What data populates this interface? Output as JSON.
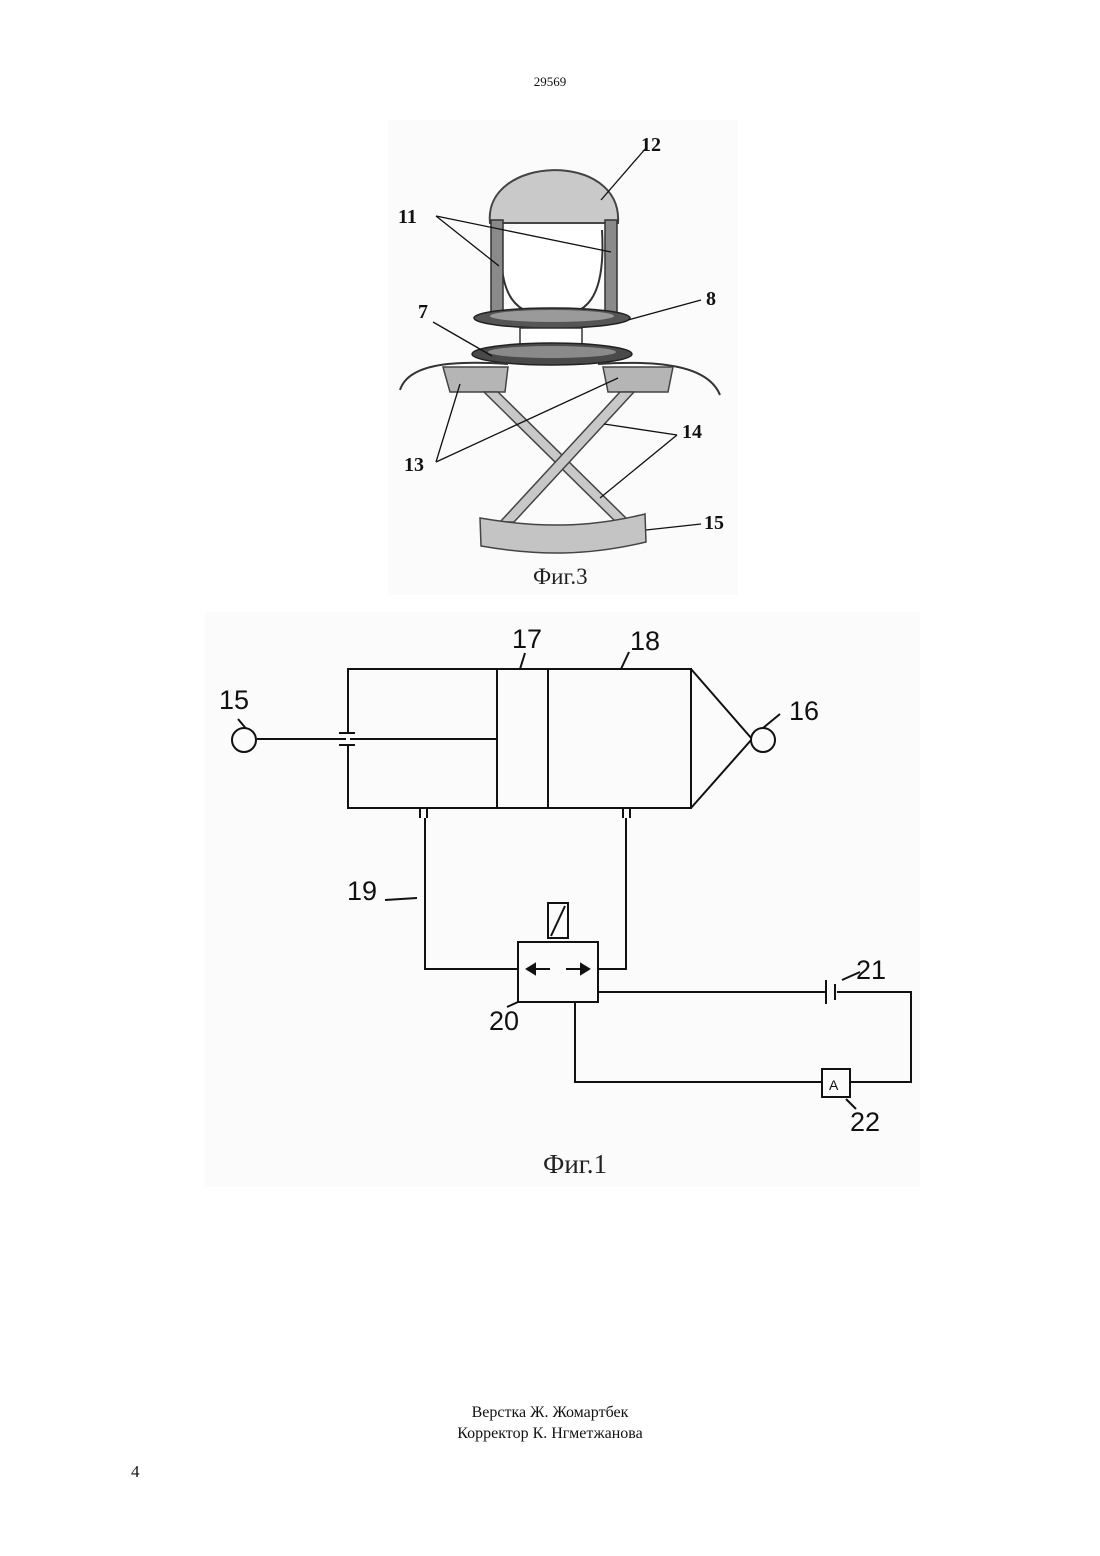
{
  "header": {
    "doc_number": "29569"
  },
  "figure3": {
    "caption": "Фиг.3",
    "callouts": {
      "c12": "12",
      "c11": "11",
      "c8": "8",
      "c7": "7",
      "c13": "13",
      "c14": "14",
      "c15": "15"
    }
  },
  "figure1": {
    "caption": "Фиг.1",
    "callouts": {
      "c15": "15",
      "c16": "16",
      "c17": "17",
      "c18": "18",
      "c19": "19",
      "c20": "20",
      "c21": "21",
      "c22": "22"
    },
    "ammeter_symbol": "A"
  },
  "footer": {
    "layout_credit": "Верстка Ж. Жомартбек",
    "proofreader_credit": "Корректор К. Нгметжанова",
    "page_number": "4"
  }
}
